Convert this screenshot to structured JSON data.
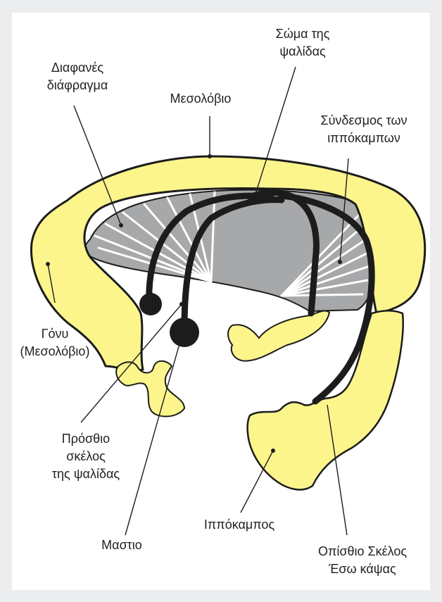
{
  "colors": {
    "background_frame": "#ecedee",
    "panel": "#ffffff",
    "yellow_structure": "#fbf58c",
    "gray_septum": "#a6a8aa",
    "fornix_black": "#1c1c1c",
    "text": "#222222"
  },
  "labels": {
    "septum": [
      "Διαφανές",
      "διάφραγμα"
    ],
    "corpus_callosum": [
      "Μεσολόβιο"
    ],
    "body_of_fornix": [
      "Σώμα της",
      "ψαλίδας"
    ],
    "commissure": [
      "Σύνδεσμος των",
      "ιππόκαμπων"
    ],
    "genu": [
      "Γόνυ",
      "(Μεσολόβιο)"
    ],
    "anterior_column": [
      "Πρόσθιο",
      "σκέλος",
      "της ψαλίδας"
    ],
    "mammillary": [
      "Μαστιο"
    ],
    "hippocampus": [
      "Ιππόκαμπος"
    ],
    "posterior_crus": [
      "Οπίσθιο Σκέλος",
      "Έσω κάψας"
    ]
  }
}
